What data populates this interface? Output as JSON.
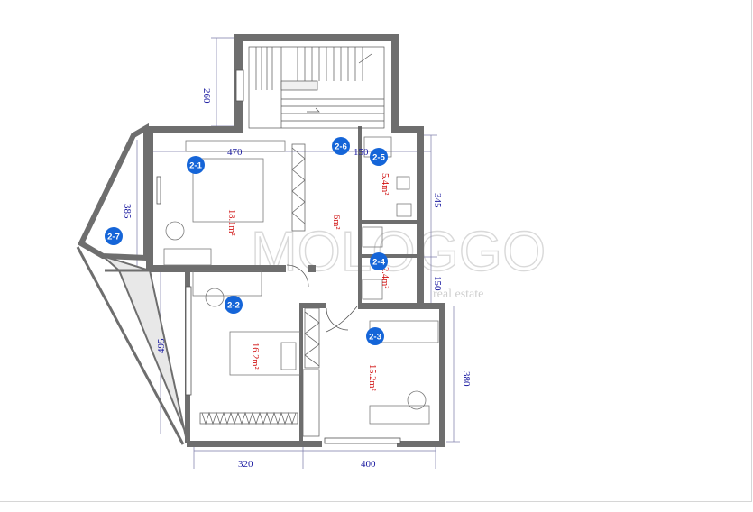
{
  "watermark": {
    "brand": "MOLOGGO",
    "sub": "real estate"
  },
  "dimensions": {
    "top_260": "260",
    "width_470": "470",
    "width_150_top": "150",
    "height_385": "385",
    "height_345": "345",
    "height_150": "150",
    "height_495": "495",
    "height_380": "380",
    "bottom_320": "320",
    "bottom_400": "400"
  },
  "rooms": [
    {
      "id": "2-1",
      "area": "18.1m²",
      "label_color": "#d01010"
    },
    {
      "id": "2-2",
      "area": "16.2m²"
    },
    {
      "id": "2-3",
      "area": "15.2m²"
    },
    {
      "id": "2-4",
      "area": "2.4m²"
    },
    {
      "id": "2-5",
      "area": "5.4m²"
    },
    {
      "id": "2-6",
      "area": "6m²"
    },
    {
      "id": "2-7",
      "area": ""
    }
  ],
  "colors": {
    "badge": "#1565d8",
    "wall": "#6e6e6e",
    "dimension": "#1a1aa0",
    "area": "#d01010"
  }
}
